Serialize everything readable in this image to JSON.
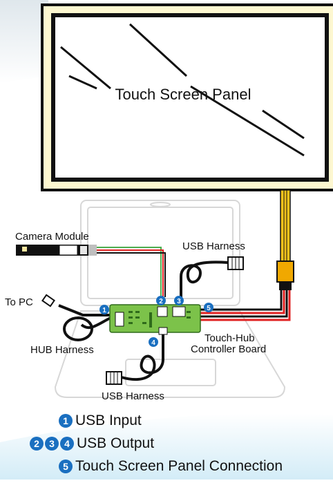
{
  "labels": {
    "touch_screen_panel": "Touch Screen Panel",
    "camera_module": "Camera Module",
    "usb_harness_top": "USB Harness",
    "usb_harness_bottom": "USB Harness",
    "to_pc": "To PC",
    "hub_harness": "HUB Harness",
    "controller_board_line1": "Touch-Hub",
    "controller_board_line2": "Controller Board"
  },
  "markers": [
    "1",
    "2",
    "3",
    "4",
    "5"
  ],
  "legend": {
    "row1": {
      "numbers": [
        "1"
      ],
      "text": "USB Input"
    },
    "row2": {
      "numbers": [
        "2",
        "3",
        "4"
      ],
      "text": "USB Output"
    },
    "row3": {
      "numbers": [
        "5"
      ],
      "text": "Touch Screen Panel Connection"
    }
  },
  "colors": {
    "marker_blue": "#1a6fc0",
    "board_green": "#7cc24a",
    "panel_frame": "#fdf7d0",
    "flex_cable": "#f2c31b"
  }
}
